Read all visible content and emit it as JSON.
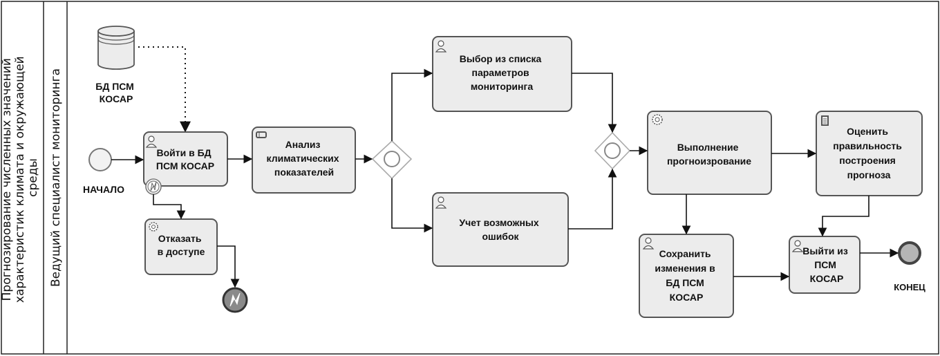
{
  "pool": {
    "title_lines": [
      "Прогнозирование численных значений",
      "характеристик климата и окружающей",
      "среды"
    ],
    "lane": "Ведущий специалист мониторинга"
  },
  "datastore": {
    "lines": [
      "БД ПСМ",
      "КОСАР"
    ]
  },
  "start": {
    "label": "НАЧАЛО"
  },
  "end": {
    "label": "КОНЕЦ"
  },
  "tasks": {
    "login": {
      "lines": [
        "Войти в БД",
        "ПСМ КОСАР"
      ],
      "type": "user-icon"
    },
    "deny": {
      "lines": [
        "Отказать",
        "в доступе"
      ],
      "type": "gear-icon"
    },
    "analysis": {
      "lines": [
        "Анализ",
        "климатических",
        "показателей"
      ],
      "type": "hand-icon"
    },
    "select": {
      "lines": [
        "Выбор из списка",
        "параметров",
        "мониторинга"
      ],
      "type": "user-icon"
    },
    "errors": {
      "lines": [
        "Учет возможных",
        "ошибок"
      ],
      "type": "user-icon"
    },
    "execute": {
      "lines": [
        "Выполнение",
        "прогноизрование"
      ],
      "type": "gear-icon"
    },
    "evaluate": {
      "lines": [
        "Оценить",
        "правильность",
        "построения",
        "прогноза"
      ],
      "type": "script-icon"
    },
    "save": {
      "lines": [
        "Сохранить",
        "изменения в",
        "БД ПСМ",
        "КОСАР"
      ],
      "type": "user-icon"
    },
    "exit": {
      "lines": [
        "Выйти из",
        "ПСМ",
        "КОСАР"
      ],
      "type": "user-icon"
    }
  },
  "colors": {
    "task_fill": "#ececec",
    "task_stroke": "#555555",
    "end_fill": "#b5b5b5"
  }
}
